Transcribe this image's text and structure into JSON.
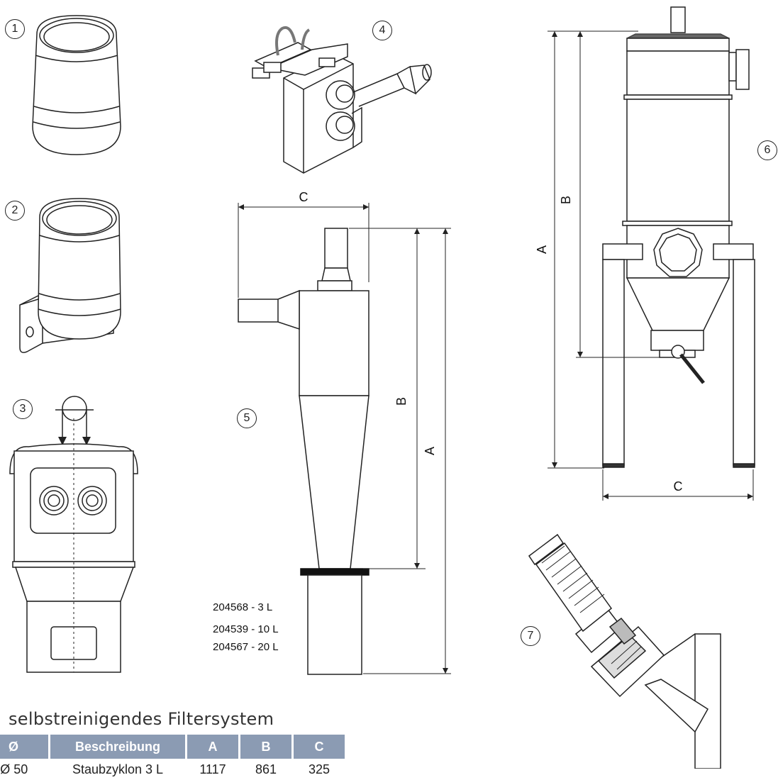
{
  "figure_numbers": [
    "1",
    "2",
    "3",
    "4",
    "5",
    "6",
    "7"
  ],
  "dimension_labels": {
    "cyclone_width": "C",
    "cyclone_height_b": "B",
    "cyclone_height_a": "A",
    "filter_height_a": "A",
    "filter_height_b": "B",
    "filter_width": "C"
  },
  "container_codes": [
    "204568 - 3 L",
    "204539 - 10 L",
    "204567 - 20 L"
  ],
  "section_title": "selbstreinigendes Filtersystem",
  "table": {
    "headers": [
      "Ø",
      "Beschreibung",
      "A",
      "B",
      "C"
    ],
    "rows": [
      [
        "Ø 50",
        "Staubzyklon 3 L",
        "1117",
        "861",
        "325"
      ]
    ]
  }
}
